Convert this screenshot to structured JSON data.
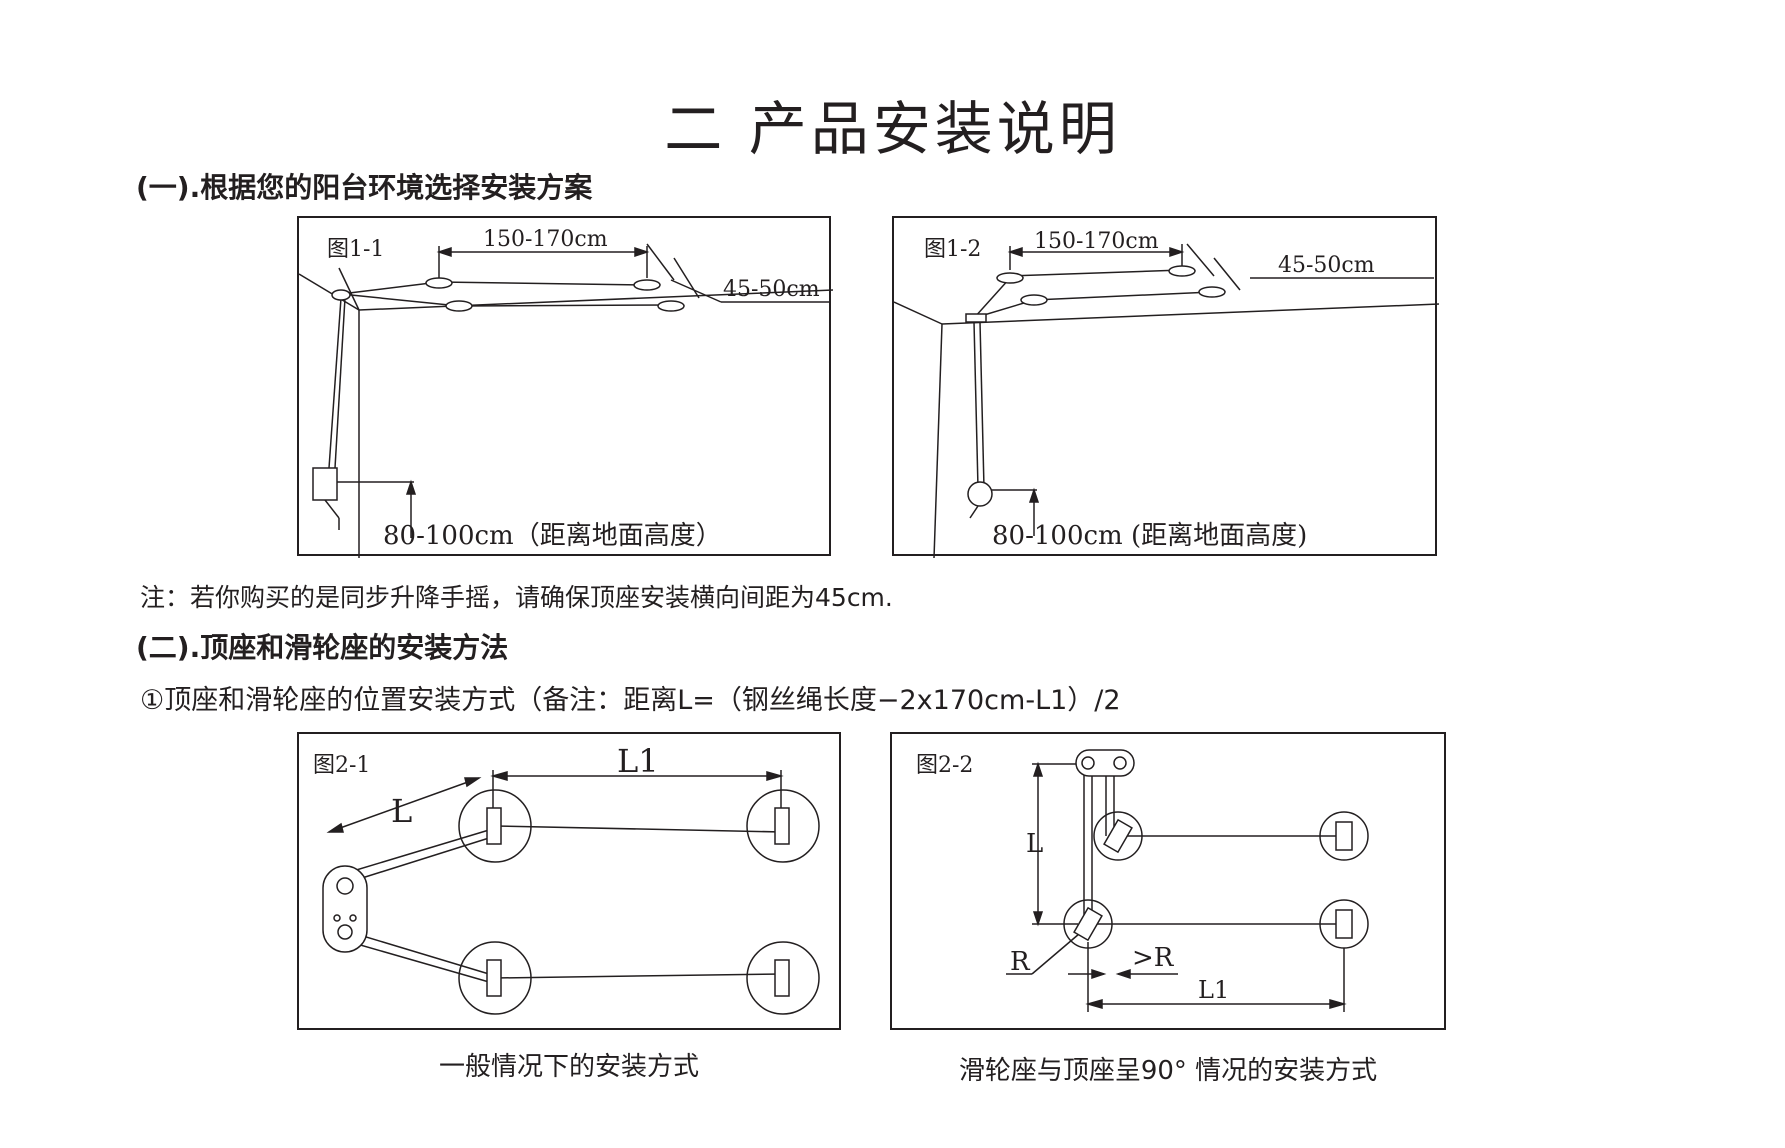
{
  "page_title": "二 产品安装说明",
  "section1": {
    "heading": "(一).根据您的阳台环境选择安装方案",
    "fig1": {
      "label": "图1-1",
      "span": "150-170cm",
      "gap": "45-50cm",
      "height": "80-100cm（距离地面高度）"
    },
    "fig2": {
      "label": "图1-2",
      "span": "150-170cm",
      "gap": "45-50cm",
      "height": "80-100cm (距离地面高度)"
    },
    "note": "注：若你购买的是同步升降手摇，请确保顶座安装横向间距为45cm."
  },
  "section2": {
    "heading": "(二).顶座和滑轮座的安装方法",
    "step1": "①顶座和滑轮座的位置安装方式（备注：距离L=（钢丝绳长度−2x170cm-L1）/2",
    "fig1": {
      "label": "图2-1",
      "l1": "L1",
      "l": "L",
      "caption": "一般情况下的安装方式"
    },
    "fig2": {
      "label": "图2-2",
      "l": "L",
      "r": "R",
      "gt_r": ">R",
      "l1": "L1",
      "caption": "滑轮座与顶座呈90° 情况的安装方式"
    }
  }
}
